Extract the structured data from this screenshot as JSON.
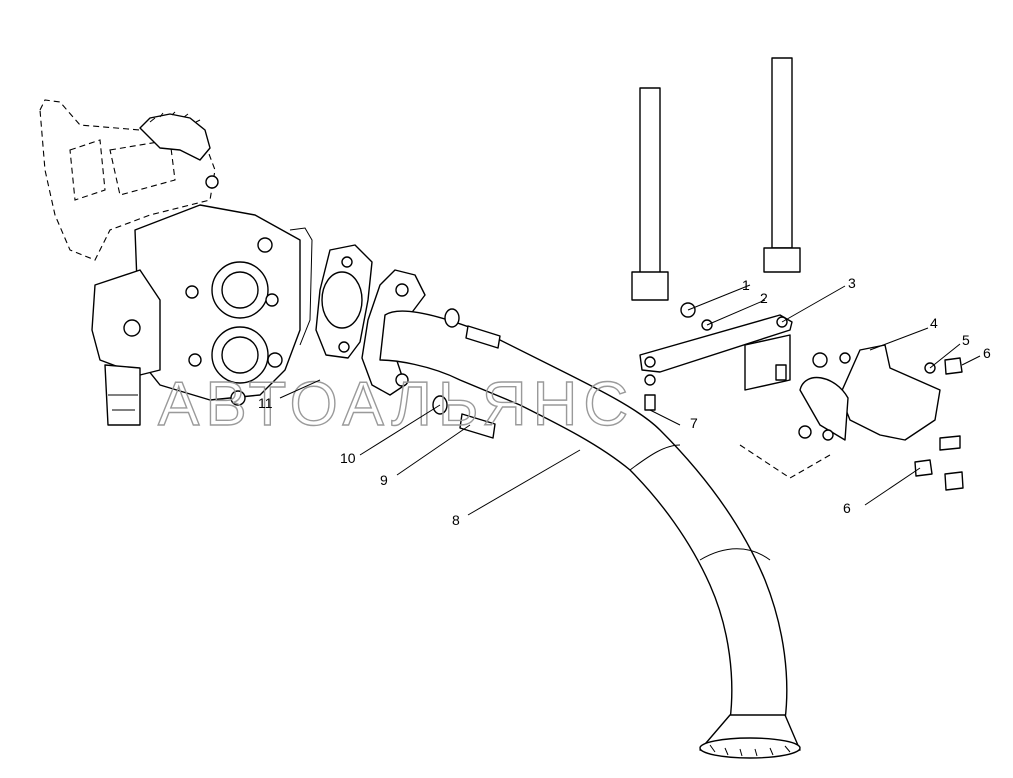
{
  "watermark": "АВТОАЛЬЯНС",
  "callouts": [
    {
      "id": "c1",
      "label": "1"
    },
    {
      "id": "c2",
      "label": "2"
    },
    {
      "id": "c3",
      "label": "3"
    },
    {
      "id": "c4",
      "label": "4"
    },
    {
      "id": "c5",
      "label": "5"
    },
    {
      "id": "c6a",
      "label": "6"
    },
    {
      "id": "c6b",
      "label": "6"
    },
    {
      "id": "c7",
      "label": "7"
    },
    {
      "id": "c8",
      "label": "8"
    },
    {
      "id": "c9",
      "label": "9"
    },
    {
      "id": "c10",
      "label": "10"
    },
    {
      "id": "c11",
      "label": "11"
    }
  ]
}
